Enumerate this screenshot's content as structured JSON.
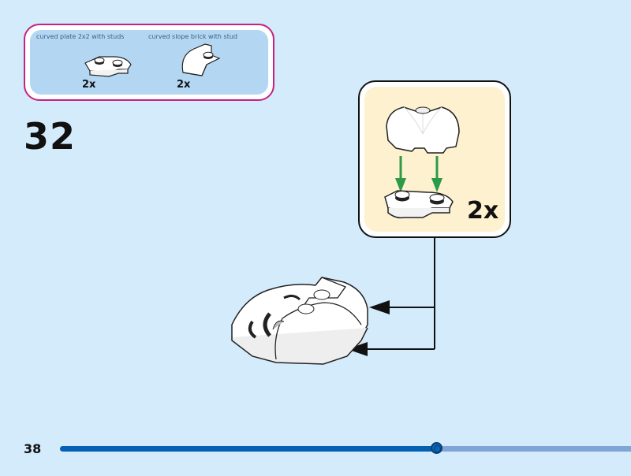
{
  "parts_list": {
    "items": [
      {
        "name": "curved plate 2x2 with studs",
        "quantity": "2x"
      },
      {
        "name": "curved slope brick with stud",
        "quantity": "2x"
      }
    ]
  },
  "step": {
    "number": "32",
    "subassembly_quantity": "2x"
  },
  "footer": {
    "page_number": "38",
    "progress_fraction": 0.66
  },
  "colors": {
    "background": "#d4ebfb",
    "parts_border": "#c8217e",
    "parts_fill": "#b3d7f3",
    "subassembly_fill": "#fdf1cf",
    "arrow_green": "#2e9a48",
    "progress_fill": "#0560b3",
    "progress_track": "#7fa6d6"
  }
}
